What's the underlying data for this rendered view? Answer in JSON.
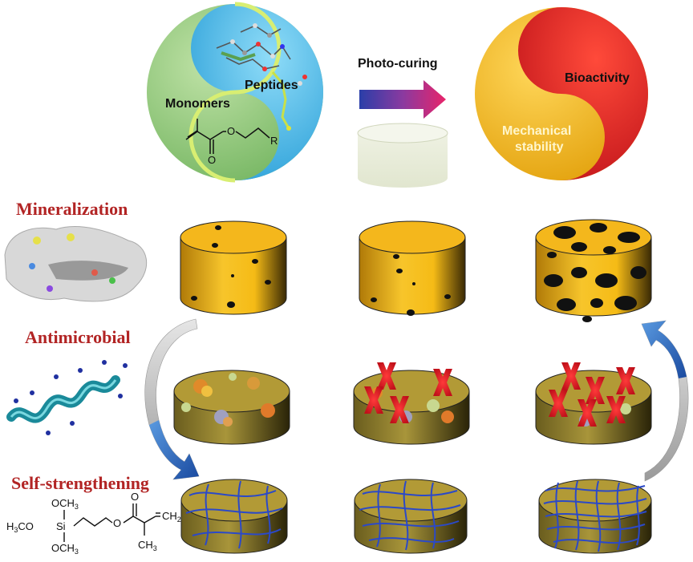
{
  "yinyang_left": {
    "label_monomers": "Monomers",
    "label_peptides": "Peptides",
    "label_r": "R",
    "label_o": "O"
  },
  "process": {
    "label": "Photo-curing"
  },
  "yinyang_right": {
    "label_bioactivity": "Bioactivity",
    "label_mech1": "Mechanical",
    "label_mech2": "stability"
  },
  "sections": {
    "mineralization": "Mineralization",
    "antimicrobial": "Antimicrobial",
    "self_strengthening": "Self-strengthening"
  },
  "silane": {
    "och3_top": "OCH",
    "sub3": "3",
    "h3co_h": "H",
    "h3co_3": "3",
    "h3co_rest": "CO",
    "si": "Si",
    "och3_bottom": "OCH",
    "ch2": "CH",
    "ch2_sub": "2",
    "ch3": "CH",
    "ch3_sub": "3",
    "o_ester": "O",
    "o_carbonyl": "O"
  },
  "colors": {
    "monomer_green": "#8cc87a",
    "peptide_blue": "#4cb8e8",
    "bio_red": "#e21e24",
    "mech_yellow": "#f3b316",
    "section_red": "#b22424",
    "disk_yellow": "#f4b71c",
    "fiber_blue": "#2b49c8",
    "arrow_blue": "#2a6ac0"
  }
}
